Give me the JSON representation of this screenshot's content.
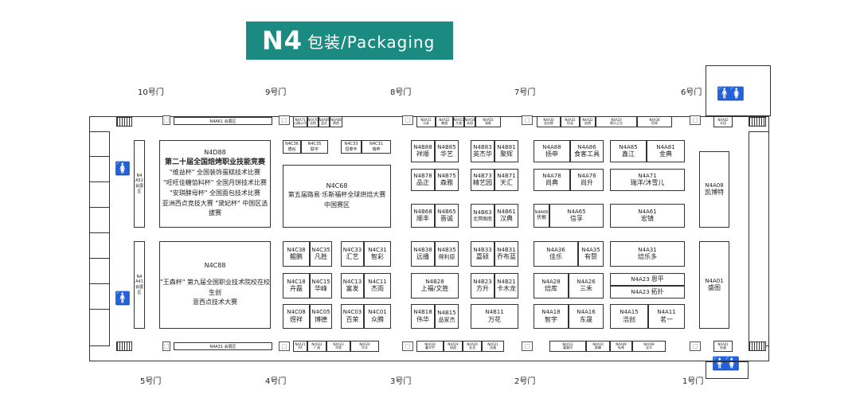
{
  "title": {
    "main": "N4",
    "sub": "包装/Packaging"
  },
  "gates": {
    "g1": "1号门",
    "g2": "2号门",
    "g3": "3号门",
    "g4": "4号门",
    "g5": "5号门",
    "g6": "6号门",
    "g7": "7号门",
    "g8": "8号门",
    "g9": "9号门",
    "g10": "10号门"
  },
  "restroom": {
    "men": "🚹",
    "women": "🚺"
  },
  "strips": {
    "top_left": "N4A61 会展区",
    "bottom_left": "N4A31 会展区"
  },
  "vstrips": {
    "v1": "N4 A52 会展区",
    "v2": "N4 A41 会展区"
  },
  "small_top": [
    {
      "c": "N4A71",
      "n": "山楂公司"
    },
    {
      "c": "N4A70",
      "n": "佳悦"
    },
    {
      "c": "N4A69",
      "n": "蓝氏"
    },
    {
      "c": "N4A68",
      "n": "德杏"
    },
    {
      "c": "N4A51",
      "n": "兄弟"
    },
    {
      "c": "N4A52",
      "n": "善通"
    },
    {
      "c": "N4A53",
      "n": "大驰"
    },
    {
      "c": "N4A54",
      "n": "永协"
    },
    {
      "c": "N4A55",
      "n": "张群"
    },
    {
      "c": "N4A30",
      "n": "金佳辉"
    },
    {
      "c": "N4A31",
      "n": "恒诺"
    },
    {
      "c": "N4A32",
      "n": "宏德"
    },
    {
      "c": "N4A33",
      "n": "铁乐之光"
    },
    {
      "c": "N4A34",
      "n": "恒祥"
    },
    {
      "c": "N4A02",
      "n": "丰田"
    }
  ],
  "small_bottom": [
    {
      "c": "N4A21",
      "n": "XX"
    },
    {
      "c": "N4A22",
      "n": "广诚"
    },
    {
      "c": "N4A23",
      "n": "华轮"
    },
    {
      "c": "N4A24",
      "n": "华丰"
    },
    {
      "c": "N4A18",
      "n": "鑫华宇"
    },
    {
      "c": "N4A19",
      "n": "旭昌"
    },
    {
      "c": "N4A20",
      "n": "金龙"
    },
    {
      "c": "N4A21",
      "n": "浩福"
    },
    {
      "c": "N4A12",
      "n": "嘉美印"
    },
    {
      "c": "N4A10",
      "n": "群峰"
    },
    {
      "c": "N4A09",
      "n": "标顿"
    },
    {
      "c": "N4A08",
      "n": "宝丰"
    },
    {
      "c": "N4A01",
      "n": "宏盛"
    }
  ],
  "booths": {
    "b_d88": {
      "c": "N4D88",
      "lines": [
        "第二十届全国焙烤职业技能竞赛",
        "\"维益杯\" 全国装饰蛋糕技术比赛",
        "\"旺旺佳糖馅料杯\" 全国月饼技术比赛",
        "\"安琪酵母杯\" 全国面包技术比赛",
        "亚洲西点竞技大赛 \"黛妃杯\" 中国区选拔赛"
      ]
    },
    "b_c88": {
      "c": "N4C88",
      "lines": [
        "\"王森杯\" 第九届全国职业技术院校在校生创",
        "意西点技术大赛"
      ]
    },
    "b_c68": {
      "c": "N4C68",
      "lines": [
        "第五届路易·乐斯福杯全球烘焙大赛",
        "中国赛区"
      ]
    },
    "b_c36": {
      "c": "N4C36",
      "n": "德谷"
    },
    "b_c35t": {
      "c": "N4C35",
      "n": "联宇"
    },
    "b_c33t": {
      "c": "N4C33",
      "n": "恒泰丰"
    },
    "b_c31t": {
      "c": "N4C31",
      "n": "瑞苹"
    },
    "b_b88": {
      "c": "N4B88",
      "n": "祥顺"
    },
    "b_b85": {
      "c": "N4B85",
      "n": "华艺"
    },
    "b_b83": {
      "c": "N4B83",
      "n": "英杰华"
    },
    "b_b81": {
      "c": "N4B81",
      "n": "聚辉"
    },
    "b_b78": {
      "c": "N4B78",
      "n": "品正"
    },
    "b_b75": {
      "c": "N4B75",
      "n": "森雅"
    },
    "b_b73": {
      "c": "N4B73",
      "n": "精艺园"
    },
    "b_b71": {
      "c": "N4B71",
      "n": "天汇"
    },
    "b_b68": {
      "c": "N4B68",
      "n": "顺丰"
    },
    "b_b65": {
      "c": "N4B65",
      "n": "晋诚"
    },
    "b_b63": {
      "c": "N4B63",
      "n": "北冥图南"
    },
    "b_b61": {
      "c": "N4B61",
      "n": "汉典"
    },
    "b_a88": {
      "c": "N4A88",
      "n": "扬申"
    },
    "b_a86": {
      "c": "N4A86",
      "n": "食客工具"
    },
    "b_a85": {
      "c": "N4A85",
      "n": "鑫江"
    },
    "b_a81": {
      "c": "N4A81",
      "n": "金典"
    },
    "b_a78": {
      "c": "N4A78",
      "n": "尚典"
    },
    "b_a76": {
      "c": "N4A76",
      "n": "尚升"
    },
    "b_a71": {
      "c": "N4A71",
      "n": "瑞洋/沐雪儿"
    },
    "b_a68": {
      "c": "N4A68",
      "n": "伏根"
    },
    "b_a65": {
      "c": "N4A65",
      "n": "信孚"
    },
    "b_a61": {
      "c": "N4A61",
      "n": "宏镇"
    },
    "b_a08": {
      "c": "N4A08",
      "n": "凯博特"
    },
    "b_a01": {
      "c": "N4A01",
      "n": "盛图"
    },
    "b_c38": {
      "c": "N4C38",
      "n": "鲲鹏"
    },
    "b_c35": {
      "c": "N4C35",
      "n": "凡胜"
    },
    "b_c33": {
      "c": "N4C33",
      "n": "汇艺"
    },
    "b_c31": {
      "c": "N4C31",
      "n": "智彩"
    },
    "b_c18": {
      "c": "N4C18",
      "n": "卉磊"
    },
    "b_c15": {
      "c": "N4C15",
      "n": "华峰"
    },
    "b_c13": {
      "c": "N4C13",
      "n": "富发"
    },
    "b_c11": {
      "c": "N4C11",
      "n": "杰雨"
    },
    "b_c08": {
      "c": "N4C08",
      "n": "煜祥"
    },
    "b_c05": {
      "c": "N4C05",
      "n": "博德"
    },
    "b_c03": {
      "c": "N4C03",
      "n": "百荣"
    },
    "b_c01": {
      "c": "N4C01",
      "n": "众腾"
    },
    "b_b38": {
      "c": "N4B38",
      "n": "远播"
    },
    "b_b35": {
      "c": "N4B35",
      "n": "得利原"
    },
    "b_b33": {
      "c": "N4B33",
      "n": "嘉硕"
    },
    "b_b31": {
      "c": "N4B31",
      "n": "乔布蓝"
    },
    "b_b28": {
      "c": "N4B28",
      "n": "上福/文胜"
    },
    "b_b23": {
      "c": "N4B23",
      "n": "方升"
    },
    "b_b21": {
      "c": "N4B21",
      "n": "卡木龙"
    },
    "b_b18": {
      "c": "N4B18",
      "n": "伟华"
    },
    "b_b15": {
      "c": "N4B15",
      "n": "品家杰"
    },
    "b_b11": {
      "c": "N4B11",
      "n": "万花"
    },
    "b_a36": {
      "c": "N4A36",
      "n": "佳乐"
    },
    "b_a35": {
      "c": "N4A35",
      "n": "有赞"
    },
    "b_a31": {
      "c": "N4A31",
      "n": "焙乐多"
    },
    "b_a28": {
      "c": "N4A28",
      "n": "焙库"
    },
    "b_a26": {
      "c": "N4A26",
      "n": "三禾"
    },
    "b_a23a": {
      "c": "N4A23",
      "n": "恩平"
    },
    "b_a23b": {
      "c": "N4A23",
      "n": "拓扑"
    },
    "b_a18": {
      "c": "N4A18",
      "n": "智宇"
    },
    "b_a16": {
      "c": "N4A16",
      "n": "东晟"
    },
    "b_a15": {
      "c": "N4A15",
      "n": "浩创"
    },
    "b_a11": {
      "c": "N4A11",
      "n": "茗一"
    }
  }
}
